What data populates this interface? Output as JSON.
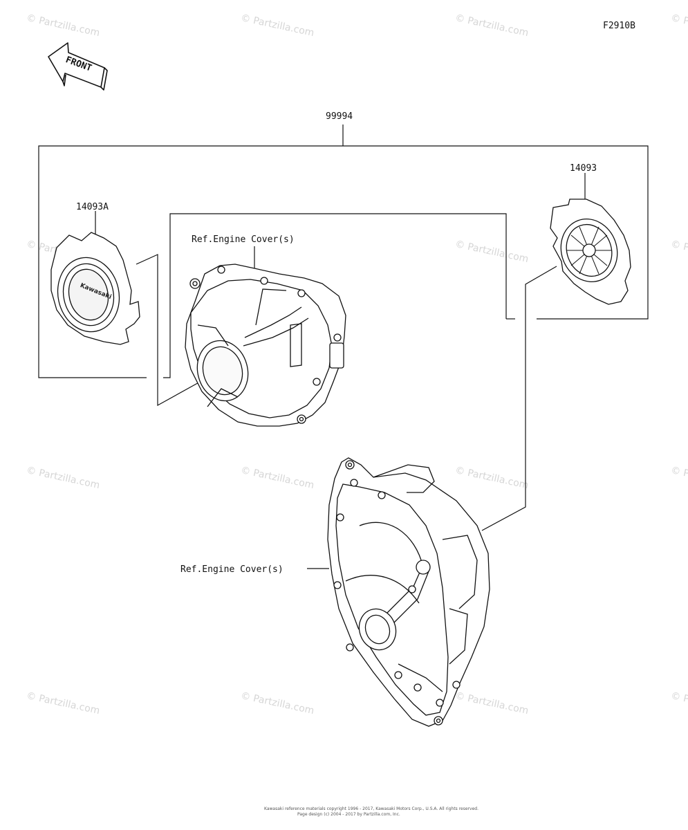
{
  "diagram_id": "F2910B",
  "front_label": "FRONT",
  "parts": {
    "assembly": "99994",
    "cover_left": "14093A",
    "cover_right": "14093"
  },
  "ref_labels": {
    "top": "Ref.Engine Cover(s)",
    "bottom": "Ref.Engine Cover(s)"
  },
  "brand_on_cover": "Kawasaki",
  "watermark": "© Partzilla.com",
  "footer": {
    "line1": "Kawasaki reference materials copyright 1996 - 2017, Kawasaki Motors Corp., U.S.A. All rights reserved.",
    "line2": "Page design (c) 2004 - 2017 by Partzilla.com, Inc."
  }
}
